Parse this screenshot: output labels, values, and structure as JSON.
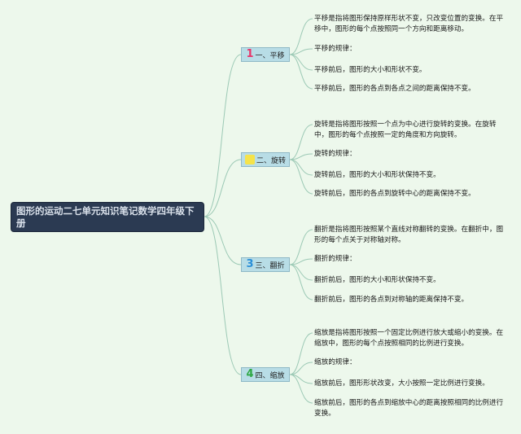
{
  "root": {
    "title": "图形的运动二七单元知识笔记数学四年级下册"
  },
  "colors": {
    "background": "#edf8ec",
    "connector": "#9cc9b5",
    "root_fill": "#2b3a52",
    "root_text": "#d9e0ea",
    "branch_fill": "#b8dde6"
  },
  "branches": [
    {
      "number": "1",
      "number_color": "#e8356a",
      "icon": "number-1-icon",
      "label": "一、平移",
      "notes": [
        "平移是指将图形保持原样形状不变，只改变位置的变换。在平移中，图形的每个点按照同一个方向和距离移动。",
        "平移的规律：",
        "平移前后，图形的大小和形状不变。",
        "平移前后，图形的各点到各点之间的距离保持不变。"
      ]
    },
    {
      "number": "",
      "number_color": "#f5e34a",
      "icon": "number-2-icon",
      "label": "二、旋转",
      "notes": [
        "旋转是指将图形按照一个点为中心进行旋转的变换。在旋转中，图形的每个点按照一定的角度和方向旋转。",
        "旋转的规律：",
        "旋转前后，图形的大小和形状保持不变。",
        "旋转前后，图形的各点到旋转中心的距离保持不变。"
      ]
    },
    {
      "number": "3",
      "number_color": "#2a8fd8",
      "icon": "number-3-icon",
      "label": "三、翻折",
      "notes": [
        "翻折是指将图形按照某个直线对称翻转的变换。在翻折中，图形的每个点关于对称轴对称。",
        "翻折的规律：",
        "翻折前后，图形的大小和形状保持不变。",
        "翻折前后，图形的各点到对称轴的距离保持不变。"
      ]
    },
    {
      "number": "4",
      "number_color": "#2ea845",
      "icon": "number-4-icon",
      "label": "四、缩放",
      "notes": [
        "缩放是指将图形按照一个固定比例进行放大或缩小的变换。在缩放中，图形的每个点按照相同的比例进行变换。",
        "缩放的规律：",
        "缩放前后，图形形状改变，大小按照一定比例进行变换。",
        "缩放前后，图形的各点到缩放中心的距离按照相同的比例进行变换。"
      ]
    }
  ]
}
